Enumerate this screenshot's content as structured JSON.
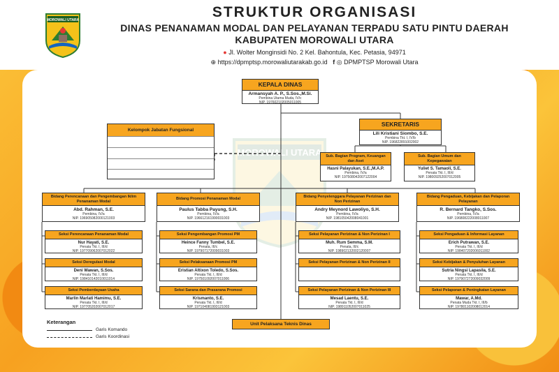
{
  "header": {
    "title": "STRUKTUR ORGANISASI",
    "agency": "DINAS PENANAMAN MODAL DAN PELAYANAN TERPADU SATU PINTU DAERAH",
    "regency": "KABUPATEN MOROWALI UTARA",
    "address": "Jl. Wolter Monginsidi No. 2 Kel. Bahontula, Kec. Petasia, 94971",
    "website": "https://dpmptsp.morowaliutarakab.go.id",
    "social": "DPMPTSP Morowali Utara",
    "logo_text": "MOROWALI UTARA",
    "watermark_text": "MOROWALI UTARA"
  },
  "kepala": {
    "title": "KEPALA DINAS",
    "name": "Armansyah A. P., S.Sos.,M.Si.",
    "rank": "Pembina Utama Muda, IV/c",
    "nip": "NIP. 197602102005011005"
  },
  "sekretaris": {
    "title": "SEKRETARIS",
    "name": "Lili Kristiani Siombo, S.E.",
    "rank": "Pembina Tkt. I, IV/b",
    "nip": "NIP. 196822891002002"
  },
  "subbagian": [
    {
      "title": "Sub. Bagian Program, Keuangan dan Aset",
      "name": "Hasni Palayukan, S.E.,M.A.P.",
      "rank": "Pembina, IV/a",
      "nip": "NIP. 197508042007122004"
    },
    {
      "title": "Sub. Bagian Umum dan Kepegawaian",
      "name": "Yuliet S. Tamaoli, S.E.",
      "rank": "Penata Tkt. I, III/d",
      "nip": "NIP. 198009252007012005"
    }
  ],
  "fungsional": {
    "title": "Kelompok Jabatan Fungsional"
  },
  "bidang": [
    {
      "title": "Bidang Perencanaan dan Pengembangan Iklim Penanaman Modal",
      "name": "Abd. Rahman, S.E.",
      "rank": "Pembina, IV/a",
      "nip": "NIP. 196905082000121003",
      "seksi": [
        {
          "title": "Seksi Perencanaan Penanaman Modal",
          "name": "Nur Hayati, S.E.",
          "rank": "Penata Tkt. I, III/d",
          "nip": "NIP. 197709062007012022"
        },
        {
          "title": "Seksi Deregulasi Modal",
          "name": "Deni Wawan, S.Sos.",
          "rank": "Penata Tkt. I, III/d",
          "nip": "NIP. 198410142010011014"
        },
        {
          "title": "Seksi Pemberdayaan Usaha",
          "name": "Marlin Marlati Hamimu, S.E.",
          "rank": "Penata Tkt. I, III/d",
          "nip": "NIP. 197705202007012017"
        }
      ]
    },
    {
      "title": "Bidang Promosi Penanaman Modal",
      "name": "Paulus Tabba Payung, S.H.",
      "rank": "Pembina, IV/a",
      "nip": "NIP. 196612161990031003",
      "seksi": [
        {
          "title": "Seksi Pengembangan Promosi PM",
          "name": "Heince Fanny Tumbel, S.E.",
          "rank": "Penata, III/c",
          "nip": "NIP. 197907172009031003"
        },
        {
          "title": "Seksi Pelaksanaan Promosi PM",
          "name": "Eristian Altixon Toledo, S.Sos.",
          "rank": "Penata Tkt. I, III/d",
          "nip": "NIP. 197501092007011006"
        },
        {
          "title": "Seksi Sarana dan Prasarana Promosi",
          "name": "Krismanto, S.E.",
          "rank": "Penata Tkt. I, III/d",
          "nip": "NIP. 197104081993121003"
        }
      ]
    },
    {
      "title": "Bidang Penyelenggara Pelayanan Perizinan dan Non Perizinan",
      "name": "Andry Meynord Lawoliyo, S.H.",
      "rank": "Pembina, IV/a",
      "nip": "NIP. 198105042008041001",
      "seksi": [
        {
          "title": "Seksi Pelayanan Perizinan & Non Perizinan I",
          "name": "Muh. Rum Semma, S.M.",
          "rank": "Penata, III/c",
          "nip": "NIP. 198902132002120007"
        },
        {
          "title": "Seksi Pelayanan Perizinan & Non Perizinan II",
          "name": "",
          "rank": "",
          "nip": ""
        },
        {
          "title": "Seksi Pelayanan Perizinan & Non Perizinan III",
          "name": "Mesad Laentu, S.E.",
          "rank": "Penata Tkt. I, III/d",
          "nip": "NIP. 198911052007011025"
        }
      ]
    },
    {
      "title": "Bidang Pengaduan, Kebijakan dan Pelaporan Pelayanan",
      "name": "R. Bernard Tangko, S.Sos.",
      "rank": "Pembina, IV/a",
      "nip": "NIP. 196808222008011007",
      "seksi": [
        {
          "title": "Seksi Pengaduan & Informasi Layanan",
          "name": "Erich Putrawan, S.E.",
          "rank": "Penata Tkt. I, III/d",
          "nip": "NIP. 198407202006011002"
        },
        {
          "title": "Seksi Kebijakan & Penyuluhan Layanan",
          "name": "Sutria Ningsi Lapasila, S.E.",
          "rank": "Penata Tkt. I, III/d",
          "nip": "NIP. 197907272009032009"
        },
        {
          "title": "Seksi Pelaporan & Peningkatan Layanan",
          "name": "Mawar, A.Md.",
          "rank": "Penata Muda Tkt. I, III/b",
          "nip": "NIP. 197801102008012014"
        }
      ]
    }
  ],
  "upt": {
    "title": "Unit Pelaksana Teknis Dinas"
  },
  "legend": {
    "title": "Keterangan",
    "komando": "Garis Komando",
    "koordinasi": "Garis Koordinasi"
  }
}
